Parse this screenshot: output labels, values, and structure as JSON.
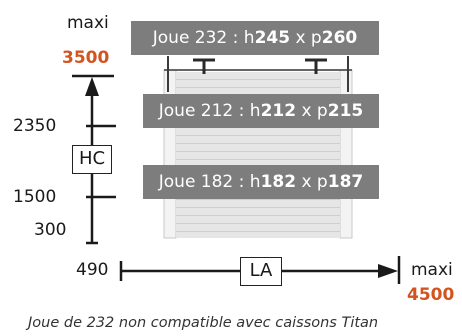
{
  "vertical_axis": {
    "max_label": "maxi",
    "max_value": "3500",
    "tick_2350": "2350",
    "tick_1500": "1500",
    "tick_300": "300",
    "box_label": "HC"
  },
  "horizontal_axis": {
    "min_value": "490",
    "box_label": "LA",
    "max_label": "maxi",
    "max_value": "4500"
  },
  "joues": [
    {
      "prefix": "Joue 232 : h",
      "h": "245",
      "mid": " x p",
      "p": "260"
    },
    {
      "prefix": "Joue 212 : h",
      "h": "212",
      "mid": " x p",
      "p": "215"
    },
    {
      "prefix": "Joue 182 : h",
      "h": "182",
      "mid": " x p",
      "p": "187"
    }
  ],
  "note": "Joue de 232 non compatible avec caissons Titan",
  "colors": {
    "accent": "#d2541f",
    "banner": "#7d7d7d",
    "shutter": "#e3e3e3"
  }
}
